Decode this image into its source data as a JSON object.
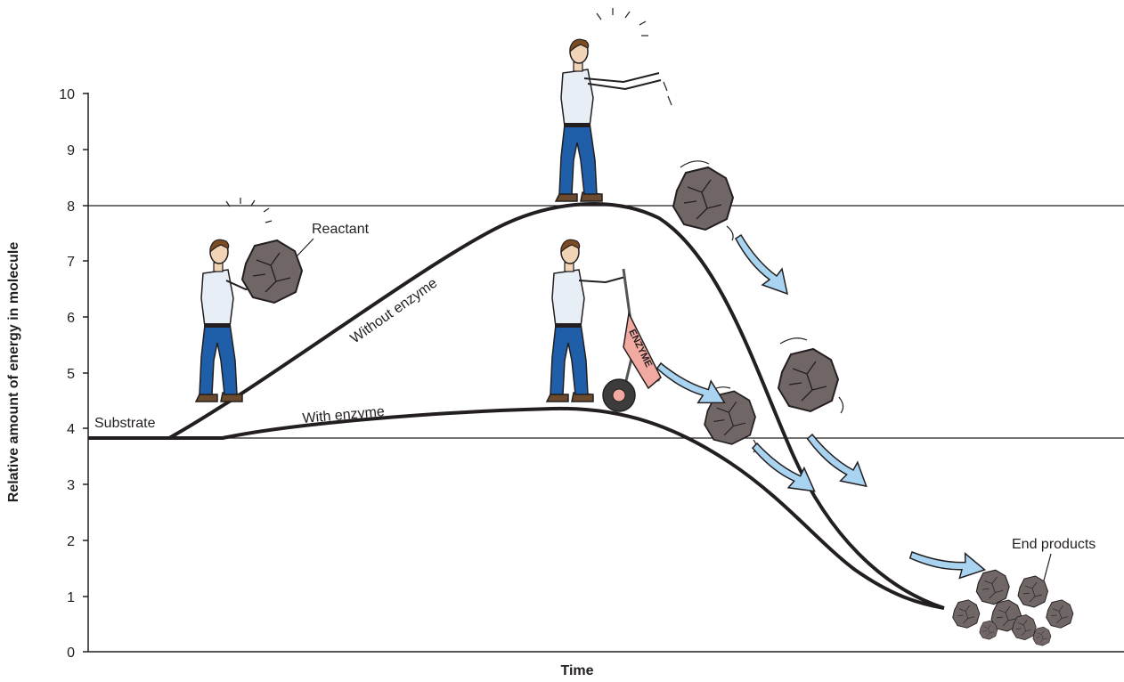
{
  "diagram": {
    "y_axis_title": "Relative amount of energy in molecule",
    "x_axis_title": "Time",
    "y_ticks": [
      "0",
      "1",
      "2",
      "3",
      "4",
      "5",
      "6",
      "7",
      "8",
      "9",
      "10"
    ],
    "labels": {
      "substrate": "Substrate",
      "reactant": "Reactant",
      "without_enzyme": "Without enzyme",
      "with_enzyme": "With enzyme",
      "end_products": "End products",
      "enzyme": "ENZYME"
    },
    "levels": {
      "substrate_energy": 3.8,
      "peak_without_enzyme": 8.0,
      "peak_with_enzyme": 4.3,
      "end_energy": 0.8
    },
    "colors": {
      "line": "#231f20",
      "rock": "#6f6665",
      "shirt": "#e8eef6",
      "jeans": "#1f5ea8",
      "arrow": "#a9d4f1",
      "wheelbarrow": "#f2a9a0"
    }
  }
}
